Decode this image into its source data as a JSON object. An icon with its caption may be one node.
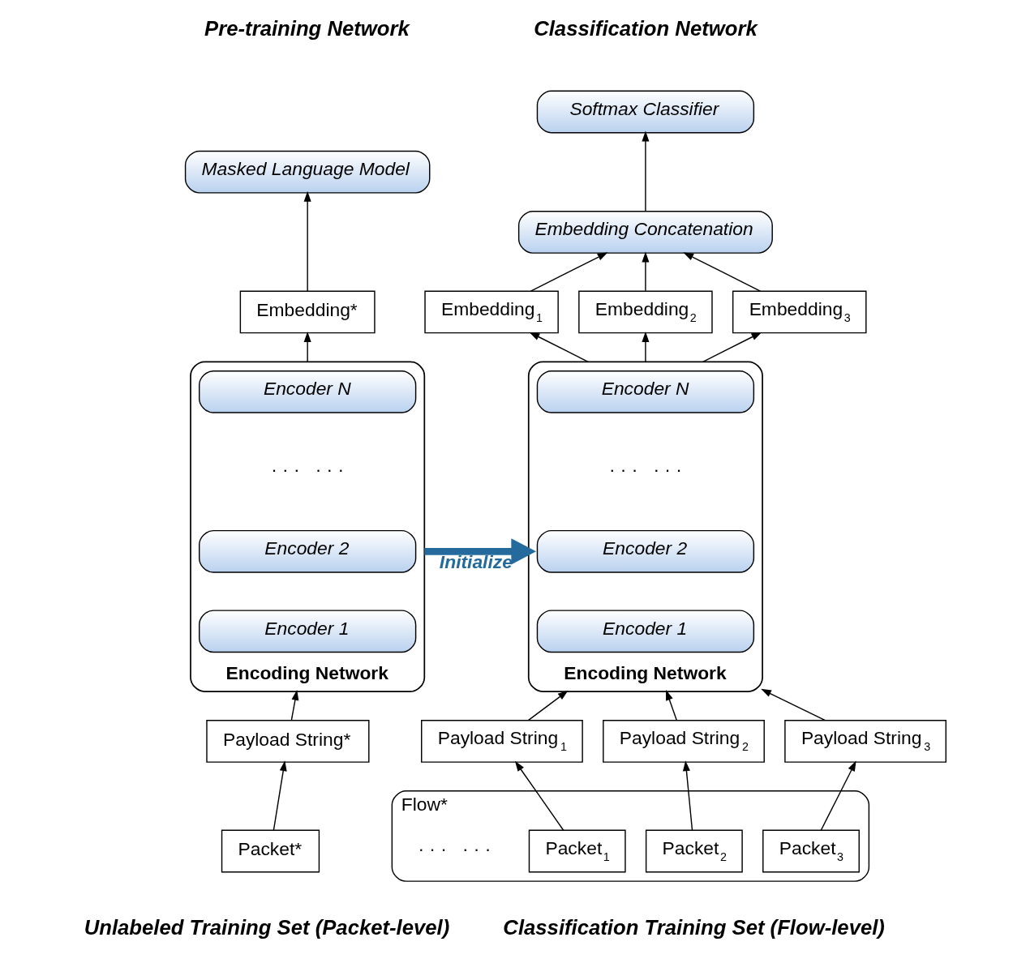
{
  "diagram": {
    "nodes": [
      {
        "text": [
          "Masked Language Model"
        ]
      },
      {
        "text": [
          "Embedding*"
        ]
      },
      {
        "text": [
          "Encoding Network"
        ]
      },
      {
        "text": [
          "Encoder N"
        ],
        "in": 2
      },
      {
        "text": [
          "Encoder 2"
        ],
        "in": 2
      },
      {
        "text": [
          "Encoder 1"
        ],
        "in": 2
      },
      {
        "text": [
          "Payload String*"
        ]
      },
      {
        "text": [
          "Packet*"
        ]
      },
      {
        "text": [
          "Softmax Classifier"
        ]
      },
      {
        "text": [
          "Embedding Concatenation"
        ]
      },
      {
        "text": [
          "Embedding$_{1}$"
        ]
      },
      {
        "text": [
          "Embedding$_{2}$"
        ]
      },
      {
        "text": [
          "Embedding$_{3}$"
        ]
      },
      {
        "text": [
          "Encoding Network"
        ]
      },
      {
        "text": [
          "Encoder N"
        ],
        "in": 13
      },
      {
        "text": [
          "Encoder 2"
        ],
        "in": 13
      },
      {
        "text": [
          "Encoder 1"
        ],
        "in": 13
      },
      {
        "text": [
          "Payload String$_{1}$"
        ]
      },
      {
        "text": [
          "Payload String$_{2}$"
        ]
      },
      {
        "text": [
          "Payload String$_{3}$"
        ]
      },
      {
        "text": [
          "Flow*"
        ]
      },
      {
        "text": [
          "Packet$_{1}$"
        ],
        "in": 20
      },
      {
        "text": [
          "Packet$_{2}$"
        ],
        "in": 20
      },
      {
        "text": [
          "Packet$_{3}$"
        ],
        "in": 20
      }
    ],
    "edges": [
      {
        "from": 7,
        "to": 6,
        "arrow": "to"
      },
      {
        "from": 6,
        "to": 2,
        "arrow": "to"
      },
      {
        "from": 2,
        "to": 1,
        "arrow": "to"
      },
      {
        "from": 1,
        "to": 0,
        "arrow": "to"
      },
      {
        "from": 2,
        "to": 13,
        "arrow": "to",
        "label": "Initialize",
        "style": "thick",
        "color": "#246a9c"
      },
      {
        "from": 21,
        "to": 17,
        "arrow": "to"
      },
      {
        "from": 22,
        "to": 18,
        "arrow": "to"
      },
      {
        "from": 23,
        "to": 19,
        "arrow": "to"
      },
      {
        "from": 17,
        "to": 13,
        "arrow": "to"
      },
      {
        "from": 18,
        "to": 13,
        "arrow": "to"
      },
      {
        "from": 19,
        "to": 13,
        "arrow": "to"
      },
      {
        "from": 13,
        "to": 10,
        "arrow": "to"
      },
      {
        "from": 13,
        "to": 11,
        "arrow": "to"
      },
      {
        "from": 13,
        "to": 12,
        "arrow": "to"
      },
      {
        "from": 10,
        "to": 9,
        "arrow": "to"
      },
      {
        "from": 11,
        "to": 9,
        "arrow": "to"
      },
      {
        "from": 12,
        "to": 9,
        "arrow": "to"
      },
      {
        "from": 9,
        "to": 8,
        "arrow": "to"
      }
    ],
    "labels": [
      "Pre-training Network",
      "Classification Network",
      "· · ·   · · ·",
      "· · ·   · · ·",
      "· · ·   · · ·",
      "Unlabeled Training Set (Packet-level)",
      "Classification Training Set (Flow-level)"
    ]
  }
}
